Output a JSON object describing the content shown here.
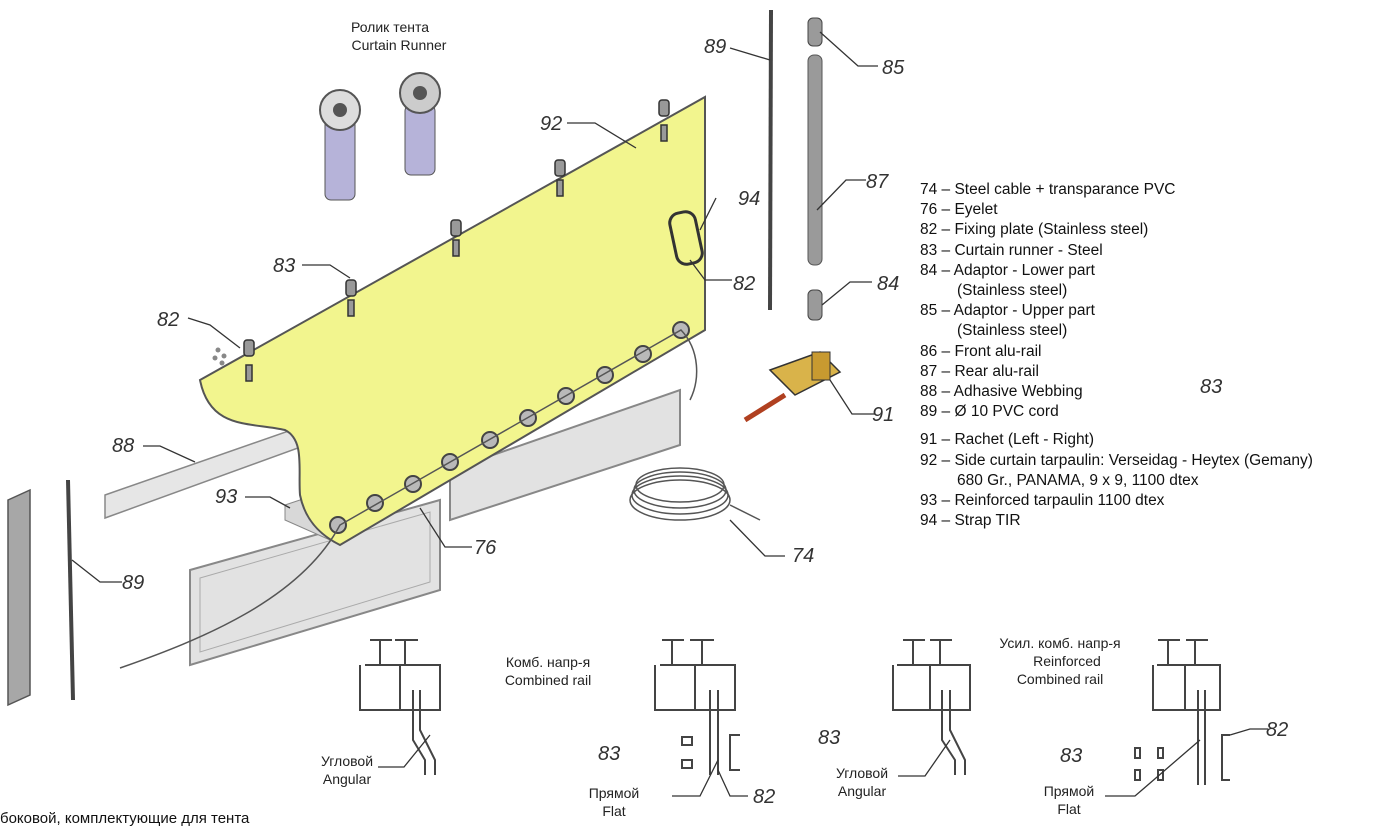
{
  "colors": {
    "tarpaulin": "#f2f58e",
    "line": "#333333",
    "metal": "#9a9a9a",
    "panel": "#e2e2e2",
    "runner": "#b6b3d9"
  },
  "captions": {
    "curtain_runner_ru": "Ролик тента",
    "curtain_runner_en": "Curtain Runner",
    "combined_ru": "Комб. напр-я",
    "combined_en": "Combined rail",
    "reinforced_ru": "Усил. комб. напр-я",
    "reinforced_en1": "Reinforced",
    "reinforced_en2": "Combined rail",
    "angular_ru": "Угловой",
    "angular_en": "Angular",
    "flat_ru": "Прямой",
    "flat_en": "Flat",
    "bottom": "боковой, комплектующие для тента"
  },
  "callouts": {
    "c89a": "89",
    "c85": "85",
    "c92": "92",
    "c87": "87",
    "c94": "94",
    "c83a": "83",
    "c82a": "82",
    "c84": "84",
    "c82b": "82",
    "c88": "88",
    "c91": "91",
    "c93": "93",
    "c76": "76",
    "c74": "74",
    "c89b": "89",
    "c83b": "83",
    "c82c": "82",
    "c83c": "83",
    "c83d": "83",
    "c82d": "82",
    "legend83": "83"
  },
  "legend": [
    "74 – Steel cable + transparance PVC",
    "76 – Eyelet",
    "82 – Fixing plate (Stainless steel)",
    "83 – Curtain runner - Steel",
    "84 – Adaptor - Lower part",
    "(Stainless steel)",
    "85 – Adaptor - Upper part",
    "(Stainless steel)",
    "86 – Front alu-rail",
    "87 – Rear alu-rail",
    "88 – Adhasive Webbing",
    "89 –  Ø 10 PVC cord",
    "91 – Rachet (Left - Right)",
    "92 – Side curtain tarpaulin: Verseidag - Heytex (Gemany)",
    "680 Gr., PANAMA, 9 x 9, 1100 dtex",
    "93 – Reinforced tarpaulin 1100 dtex",
    "94 – Strap TIR"
  ]
}
